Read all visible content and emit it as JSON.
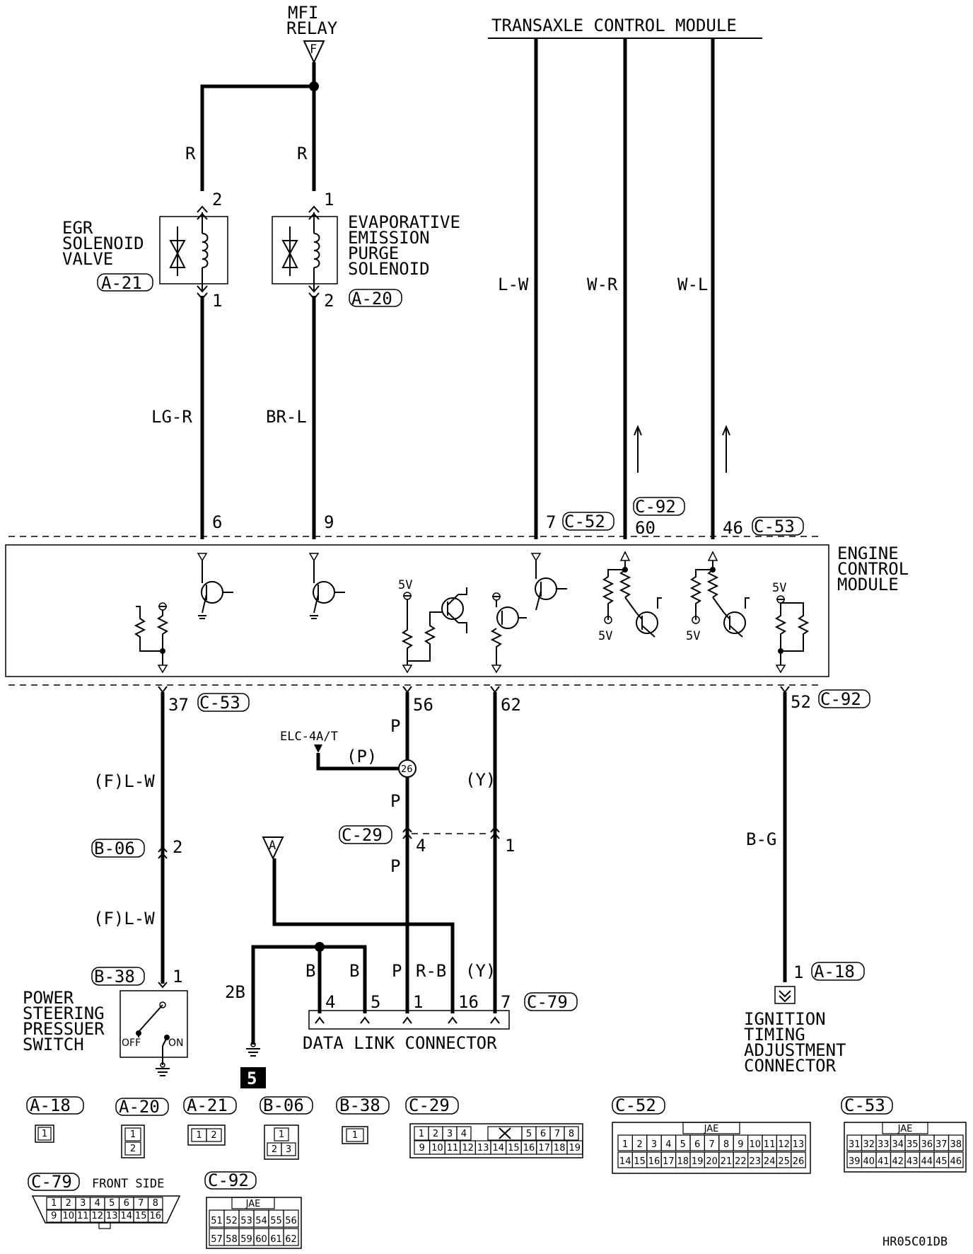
{
  "top": {
    "mfi_relay_line1": "MFI",
    "mfi_relay_line2": "RELAY",
    "relay_marker": "F",
    "tcm_title": "TRANSAXLE CONTROL MODULE"
  },
  "wires": {
    "r_left": "R",
    "r_right": "R",
    "lg_r": "LG-R",
    "br_l": "BR-L",
    "l_w": "L-W",
    "w_r": "W-R",
    "w_l": "W-L",
    "p_56": "P",
    "elc_p": "(P)",
    "p_mid": "P",
    "y_62": "(Y)",
    "p_low": "P",
    "b_g": "B-G",
    "f_lw_1": "(F)L-W",
    "f_lw_2": "(F)L-W",
    "b_1": "B",
    "b_2": "B",
    "p_dlc": "P",
    "r_b": "R-B",
    "y_dlc": "(Y)"
  },
  "components": {
    "egr_line1": "EGR",
    "egr_line2": "SOLENOID",
    "egr_line3": "VALVE",
    "evap_line1": "EVAPORATIVE",
    "evap_line2": "EMISSION",
    "evap_line3": "PURGE",
    "evap_line4": "SOLENOID",
    "ecm_line1": "ENGINE",
    "ecm_line2": "CONTROL",
    "ecm_line3": "MODULE",
    "ps_line1": "POWER",
    "ps_line2": "STEERING",
    "ps_line3": "PRESSUER",
    "ps_line4": "SWITCH",
    "ps_off": "OFF",
    "ps_on": "ON",
    "dlc": "DATA LINK CONNECTOR",
    "ign_line1": "IGNITION",
    "ign_line2": "TIMING",
    "ign_line3": "ADJUSTMENT",
    "ign_line4": "CONNECTOR",
    "elc": "ELC-4A/T",
    "splice": "26",
    "a_marker": "A",
    "ground_2b": "2B",
    "ground_5": "5",
    "v5_1": "5V",
    "v5_2": "5V",
    "v5_3": "5V",
    "v5_4": "5V",
    "footer_code": "HR05C01DB"
  },
  "pins": {
    "egr_top": "2",
    "egr_bot": "1",
    "evap_top": "1",
    "evap_bot": "2",
    "ecm_6": "6",
    "ecm_9": "9",
    "ecm_7": "7",
    "ecm_60": "60",
    "ecm_46": "46",
    "ecm_37": "37",
    "ecm_56": "56",
    "ecm_62": "62",
    "ecm_52": "52",
    "c29_4": "4",
    "c29_1": "1",
    "b06_2": "2",
    "b38_1": "1",
    "dlc_4": "4",
    "dlc_5": "5",
    "dlc_1": "1",
    "dlc_16": "16",
    "dlc_7": "7",
    "a18_1": "1"
  },
  "connectors": {
    "a21": "A-21",
    "a20": "A-20",
    "c52": "C-52",
    "c92": "C-92",
    "c53": "C-53",
    "c53_lower": "C-53",
    "c92_lower": "C-92",
    "c29": "C-29",
    "b06": "B-06",
    "b38": "B-38",
    "c79": "C-79",
    "a18": "A-18"
  },
  "legend": {
    "items": [
      "A-18",
      "A-20",
      "A-21",
      "B-06",
      "B-38",
      "C-29",
      "C-52",
      "C-53",
      "C-79",
      "C-92"
    ],
    "jae": "JAE",
    "front_side": "FRONT SIDE",
    "a18_pins": [
      "1"
    ],
    "a20_pins": [
      "1",
      "2"
    ],
    "a21_pins": [
      "1",
      "2"
    ],
    "b06_pins": [
      "1",
      "2",
      "3"
    ],
    "b38_pins": [
      "1"
    ],
    "c29_row1": [
      "1",
      "2",
      "3",
      "4",
      "",
      "5",
      "6",
      "7",
      "8"
    ],
    "c29_row2": [
      "9",
      "10",
      "11",
      "12",
      "13",
      "14",
      "15",
      "16",
      "17",
      "18",
      "19"
    ],
    "c52_row1": [
      "1",
      "2",
      "3",
      "4",
      "5",
      "6",
      "7",
      "8",
      "9",
      "10",
      "11",
      "12",
      "13"
    ],
    "c52_row2": [
      "14",
      "15",
      "16",
      "17",
      "18",
      "19",
      "20",
      "21",
      "22",
      "23",
      "24",
      "25",
      "26"
    ],
    "c53_row1": [
      "31",
      "32",
      "33",
      "34",
      "35",
      "36",
      "37",
      "38"
    ],
    "c53_row2": [
      "39",
      "40",
      "41",
      "42",
      "43",
      "44",
      "45",
      "46"
    ],
    "c79_row1": [
      "1",
      "2",
      "3",
      "4",
      "5",
      "6",
      "7",
      "8"
    ],
    "c79_row2": [
      "9",
      "10",
      "11",
      "12",
      "13",
      "14",
      "15",
      "16"
    ],
    "c92_row1": [
      "51",
      "52",
      "53",
      "54",
      "55",
      "56"
    ],
    "c92_row2": [
      "57",
      "58",
      "59",
      "60",
      "61",
      "62"
    ]
  }
}
